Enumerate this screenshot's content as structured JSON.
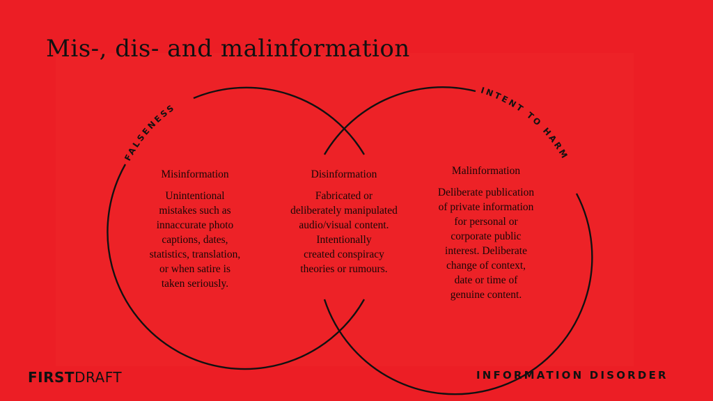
{
  "title": "Mis-, dis- and malinformation",
  "venn": {
    "left_circle_label": "FALSENESS",
    "right_circle_label": "INTENT TO HARM",
    "line_color": "#111111",
    "background_color": "#ec1e25"
  },
  "sections": [
    {
      "heading": "Misinformation",
      "lines": [
        "Unintentional",
        "mistakes such as",
        "innaccurate photo",
        "captions, dates,",
        "statistics, translation,",
        "or when satire is",
        "taken seriously."
      ]
    },
    {
      "heading": "Disinformation",
      "lines": [
        "Fabricated or",
        "deliberately manipulated",
        "audio/visual content.",
        "Intentionally",
        "created conspiracy",
        "theories or rumours."
      ]
    },
    {
      "heading": "Malinformation",
      "lines": [
        "Deliberate publication",
        "of private information",
        "for personal or",
        "corporate public",
        "interest. Deliberate",
        "change of context,",
        "date or time of",
        "genuine content."
      ]
    }
  ],
  "footer": {
    "logo_bold": "FIRST",
    "logo_regular": "DRAFT",
    "tagline": "INFORMATION DISORDER"
  }
}
